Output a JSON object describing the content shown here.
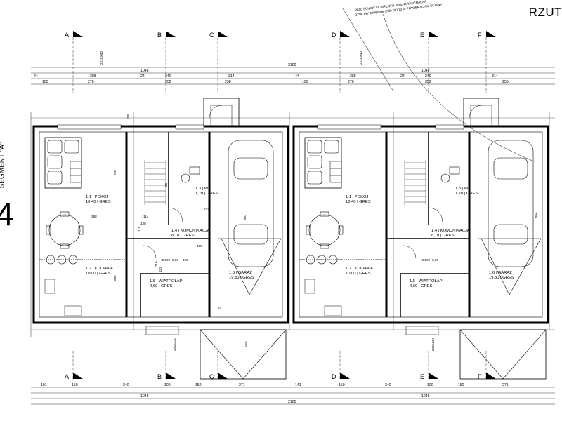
{
  "title": "RZUT",
  "segment_label": "SEGMENT \"A\"",
  "section_marker": "4",
  "annotations": {
    "note_line1": "R800 ŚCIANY OCIEPLONE WEŁNĄ MINERALNĄ",
    "note_line2": "OTWORY OKIENNE EI30 DO 10 % POWIERZCHNI ŚCIANY",
    "stair": "2X15X30",
    "door_10": "10st",
    "level": "+0,00 / -0,06"
  },
  "axes_top": [
    "A",
    "B",
    "C",
    "D",
    "E",
    "F"
  ],
  "axes_bottom": [
    "A",
    "B",
    "C",
    "D",
    "E",
    "F"
  ],
  "dims_top": {
    "overall": "2100",
    "half_left": "1048",
    "half_right": "1048",
    "row1": [
      "44",
      "388",
      "24",
      "240",
      "314",
      "44",
      "388",
      "24",
      "240",
      "314"
    ],
    "row2": [
      "100",
      "270",
      "352",
      "238",
      "100",
      "270",
      "352",
      "256"
    ]
  },
  "dims_bottom": {
    "overall": "2100",
    "half_left": "1048",
    "half_right": "1048",
    "row1": [
      "101",
      "150",
      "240",
      "100",
      "152",
      "271",
      "141",
      "150",
      "240",
      "100",
      "152",
      "271"
    ]
  },
  "dims_inner": [
    "288",
    "128",
    "388",
    "114",
    "216",
    "300",
    "298",
    "642",
    "280",
    "118",
    "192",
    "120",
    "88",
    "100",
    "70",
    "242"
  ],
  "rooms_left": [
    {
      "no": "1.1",
      "name": "POKÓJ",
      "area": "18,40",
      "floor": "GRES"
    },
    {
      "no": "1.2",
      "name": "KUCHNIA",
      "area": "10,00",
      "floor": "GRES"
    },
    {
      "no": "1.3",
      "name": "WC",
      "area": "1,70",
      "floor": "GRES"
    },
    {
      "no": "1.4",
      "name": "KOMUNIKACJA",
      "area": "8,10",
      "floor": "GRES"
    },
    {
      "no": "1.5",
      "name": "WIATROŁAP",
      "area": "4,60",
      "floor": "GRES"
    },
    {
      "no": "1.6",
      "name": "GARAŻ",
      "area": "19,80",
      "floor": "GRES"
    }
  ],
  "rooms_right": [
    {
      "no": "1.1",
      "name": "POKÓJ",
      "area": "18,40",
      "floor": "GRES"
    },
    {
      "no": "1.2",
      "name": "KUCHNIA",
      "area": "10,00",
      "floor": "GRES"
    },
    {
      "no": "1.3",
      "name": "WC",
      "area": "1,70",
      "floor": "GRES"
    },
    {
      "no": "1.4",
      "name": "KOMUNIKACJA",
      "area": "8,10",
      "floor": "GRES"
    },
    {
      "no": "1.5",
      "name": "WIATROŁAP",
      "area": "4,60",
      "floor": "GRES"
    },
    {
      "no": "1.6",
      "name": "GARAŻ",
      "area": "19,80",
      "floor": "GRES"
    }
  ]
}
